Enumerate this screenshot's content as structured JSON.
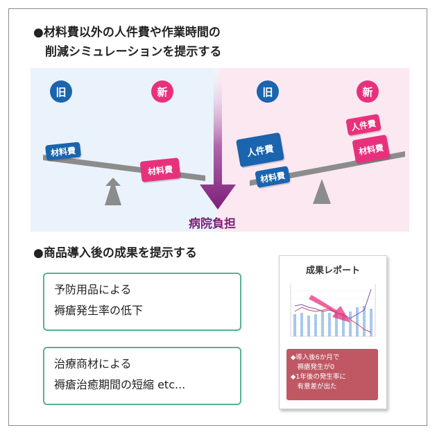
{
  "section1": {
    "title_line1": "●材料費以外の人件費や作業時間の",
    "title_line2": "　削減シミュレーションを提示する"
  },
  "left_scale": {
    "old_label": "旧",
    "new_label": "新",
    "old_item": "材料費",
    "new_item": "材料費"
  },
  "right_scale": {
    "old_label": "旧",
    "new_label": "新",
    "old_top_item": "人件費",
    "old_bottom_item": "材料費",
    "new_top_item": "人件費",
    "new_bottom_item": "材料費"
  },
  "arrow_label": "病院負担",
  "section2": {
    "title": "●商品導入後の成果を提示する"
  },
  "results": [
    {
      "line1": "予防用品による",
      "line2": "褥瘡発生率の低下"
    },
    {
      "line1": "治療商材による",
      "line2": "褥瘡治癒期間の短縮 etc..."
    }
  ],
  "report": {
    "title": "成果レポート",
    "note_line1": "◆導入後6か月で",
    "note_line2": "　褥瘡発生が0",
    "note_line3": "◆1年後の発生率に",
    "note_line4": "　有意差が出た"
  },
  "colors": {
    "blue": "#1b64ae",
    "pink": "#e8317c",
    "purple_arrow": "#7d1f79",
    "green_border": "#57b28e",
    "note_bg": "#bf5863"
  }
}
